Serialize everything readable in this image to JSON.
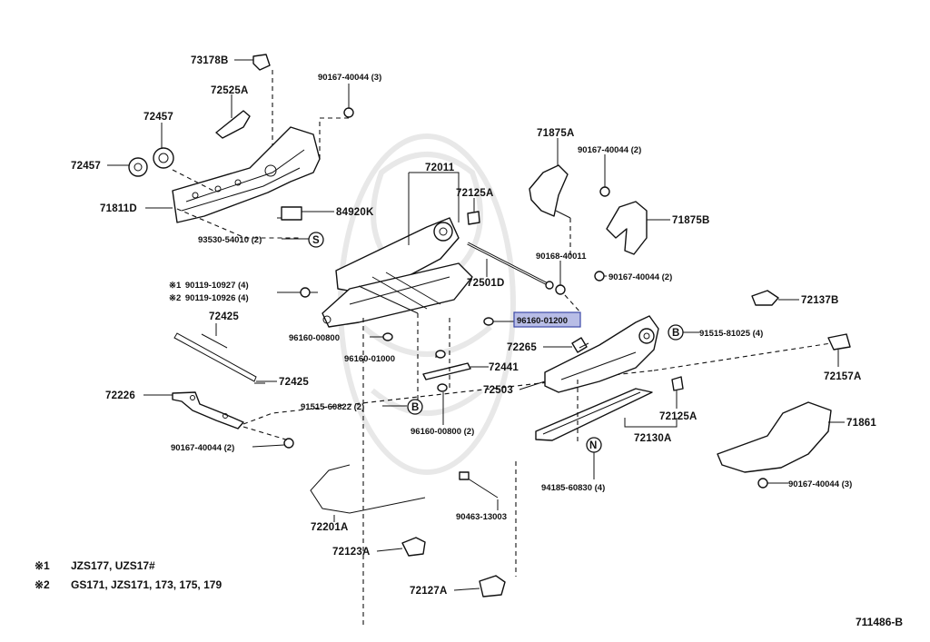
{
  "diagram": {
    "code": "711486-B",
    "highlighted_part": "96160-01200",
    "notes": [
      {
        "mark": "※1",
        "text": "JZS177, UZS17#"
      },
      {
        "mark": "※2",
        "text": "GS171, JZS171, 173, 175, 179"
      }
    ],
    "callouts": [
      "S",
      "B",
      "B",
      "N"
    ],
    "parts": [
      {
        "id": "73178B",
        "label": "73178B"
      },
      {
        "id": "72525A",
        "label": "72525A"
      },
      {
        "id": "72457a",
        "label": "72457"
      },
      {
        "id": "72457b",
        "label": "72457"
      },
      {
        "id": "71811D",
        "label": "71811D"
      },
      {
        "id": "90167-40044-3a",
        "label": "90167-40044 (3)"
      },
      {
        "id": "84920K",
        "label": "84920K"
      },
      {
        "id": "93530-54010",
        "label": "93530-54010 (2)"
      },
      {
        "id": "72011",
        "label": "72011"
      },
      {
        "id": "72125A-a",
        "label": "72125A"
      },
      {
        "id": "71875A",
        "label": "71875A"
      },
      {
        "id": "90167-40044-2a",
        "label": "90167-40044 (2)"
      },
      {
        "id": "71875B",
        "label": "71875B"
      },
      {
        "id": "90168-40011",
        "label": "90168-40011"
      },
      {
        "id": "90167-40044-2b",
        "label": "90167-40044 (2)"
      },
      {
        "id": "72501D",
        "label": "72501D"
      },
      {
        "id": "90119-10927",
        "label": "90119-10927 (4)",
        "mark": "※1"
      },
      {
        "id": "90119-10926",
        "label": "90119-10926 (4)",
        "mark": "※2"
      },
      {
        "id": "72137B",
        "label": "72137B"
      },
      {
        "id": "72425a",
        "label": "72425"
      },
      {
        "id": "96160-00800a",
        "label": "96160-00800"
      },
      {
        "id": "96160-01200",
        "label": "96160-01200"
      },
      {
        "id": "91515-81025",
        "label": "91515-81025 (4)"
      },
      {
        "id": "72265",
        "label": "72265"
      },
      {
        "id": "96160-01000",
        "label": "96160-01000"
      },
      {
        "id": "72441",
        "label": "72441"
      },
      {
        "id": "72157A",
        "label": "72157A"
      },
      {
        "id": "72425b",
        "label": "72425"
      },
      {
        "id": "72503",
        "label": "72503"
      },
      {
        "id": "72226",
        "label": "72226"
      },
      {
        "id": "91515-60822",
        "label": "91515-60822 (2)"
      },
      {
        "id": "72125A-b",
        "label": "72125A"
      },
      {
        "id": "71861",
        "label": "71861"
      },
      {
        "id": "96160-00800b",
        "label": "96160-00800 (2)"
      },
      {
        "id": "72130A",
        "label": "72130A"
      },
      {
        "id": "90167-40044-2c",
        "label": "90167-40044 (2)"
      },
      {
        "id": "90167-40044-3b",
        "label": "90167-40044 (3)"
      },
      {
        "id": "94185-60830",
        "label": "94185-60830 (4)"
      },
      {
        "id": "72201A",
        "label": "72201A"
      },
      {
        "id": "90463-13003",
        "label": "90463-13003"
      },
      {
        "id": "72123A",
        "label": "72123A"
      },
      {
        "id": "72127A",
        "label": "72127A"
      }
    ]
  }
}
